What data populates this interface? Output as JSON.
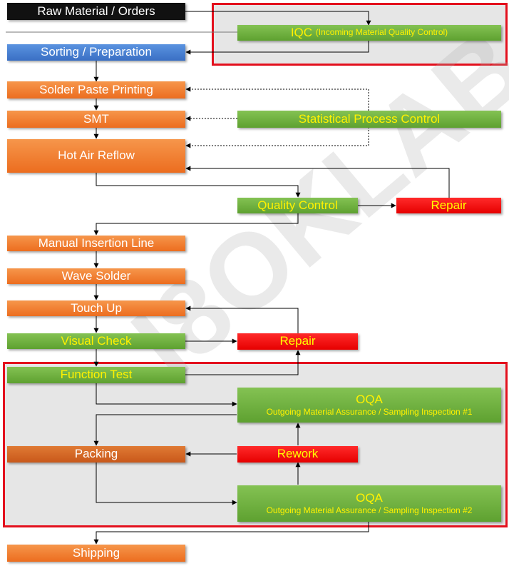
{
  "watermark": "I8OKLAB",
  "steps": {
    "raw_material": "Raw Material / Orders",
    "iqc": "IQC",
    "iqc_sub": "(Incoming Material Quality Control)",
    "sorting": "Sorting / Preparation",
    "solder_paste": "Solder Paste Printing",
    "smt": "SMT",
    "spc": "Statistical Process Control",
    "hot_air": "Hot Air Reflow",
    "quality_control": "Quality Control",
    "repair_1": "Repair",
    "manual_insertion": "Manual Insertion Line",
    "wave_solder": "Wave Solder",
    "touch_up": "Touch Up",
    "visual_check": "Visual Check",
    "repair_2": "Repair",
    "function_test": "Function Test",
    "oqa_1": "OQA",
    "oqa_1_sub": "Outgoing Material Assurance / Sampling Inspection #1",
    "packing": "Packing",
    "rework": "Rework",
    "oqa_2": "OQA",
    "oqa_2_sub": "Outgoing Material Assurance / Sampling Inspection #2",
    "shipping": "Shipping"
  }
}
